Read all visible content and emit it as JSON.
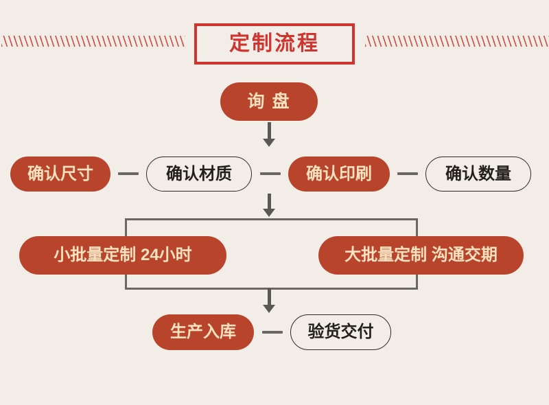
{
  "page": {
    "background_color": "#f2ede7",
    "accent_red": "#cf342f",
    "node_fill_color": "#b8452b",
    "node_fill_text_color": "#fae2c0",
    "node_outline_text_color": "#231f1d",
    "connector_color": "#6a6762"
  },
  "header": {
    "title": "定制流程",
    "hatch_left_name": "hatch-rule-left",
    "hatch_right_name": "hatch-rule-right"
  },
  "flow": {
    "step_inquiry": {
      "label": "询  盘",
      "style": "filled"
    },
    "row_confirm": [
      {
        "label": "确认尺寸",
        "style": "filled"
      },
      {
        "label": "确认材质",
        "style": "outline"
      },
      {
        "label": "确认印刷",
        "style": "filled"
      },
      {
        "label": "确认数量",
        "style": "outline"
      }
    ],
    "row_batch": [
      {
        "label": "小批量定制 24小时",
        "style": "filled"
      },
      {
        "label": "大批量定制 沟通交期",
        "style": "filled"
      }
    ],
    "row_final": [
      {
        "label": "生产入库",
        "style": "filled"
      },
      {
        "label": "验货交付",
        "style": "outline"
      }
    ]
  }
}
